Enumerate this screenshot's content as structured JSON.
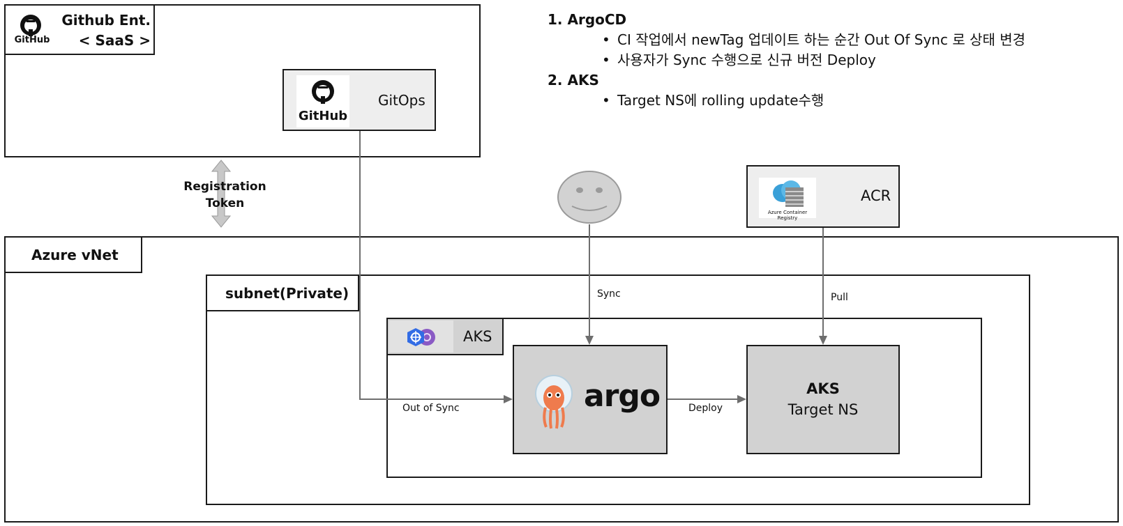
{
  "github": {
    "title_line1": "Github Ent.",
    "title_line2": "< SaaS >",
    "logo_text": "GitHub",
    "gitops_label": "GitOps",
    "gitops_logo_text": "GitHub"
  },
  "registration": {
    "line1": "Registration",
    "line2": "Token"
  },
  "acr": {
    "label": "ACR",
    "logo_caption": "Azure Container Registry",
    "icon": "azure-cloud-container-registry-icon"
  },
  "user": {
    "icon": "smiley-face-icon"
  },
  "azure_vnet": {
    "label": "Azure vNet"
  },
  "subnet": {
    "label": "subnet(Private)"
  },
  "aks": {
    "label": "AKS",
    "icon": "kubernetes-helm-icon"
  },
  "argo": {
    "wordmark": "argo",
    "icon": "argo-octopus-icon"
  },
  "target": {
    "line1": "AKS",
    "line2": "Target NS"
  },
  "edges": {
    "sync": "Sync",
    "pull": "Pull",
    "out_of_sync": "Out of Sync",
    "deploy": "Deploy"
  },
  "notes": {
    "item1_title": "1. ArgoCD",
    "item1_bullets": [
      "CI 작업에서 newTag 업데이트 하는 순간 Out Of Sync 로 상태 변경",
      "사용자가 Sync 수행으로 신규 버전 Deploy"
    ],
    "item2_title": "2. AKS",
    "item2_bullets": [
      "Target NS에 rolling update수행"
    ]
  },
  "colors": {
    "border": "#1a1a1a",
    "node_gray": "#d2d2d2",
    "connector": "#6e6e6e",
    "argo_orange": "#ef7b4d",
    "azure_blue": "#3aa0d8",
    "k8s_blue": "#326ce5",
    "helm_purple": "#8a5ac4"
  }
}
